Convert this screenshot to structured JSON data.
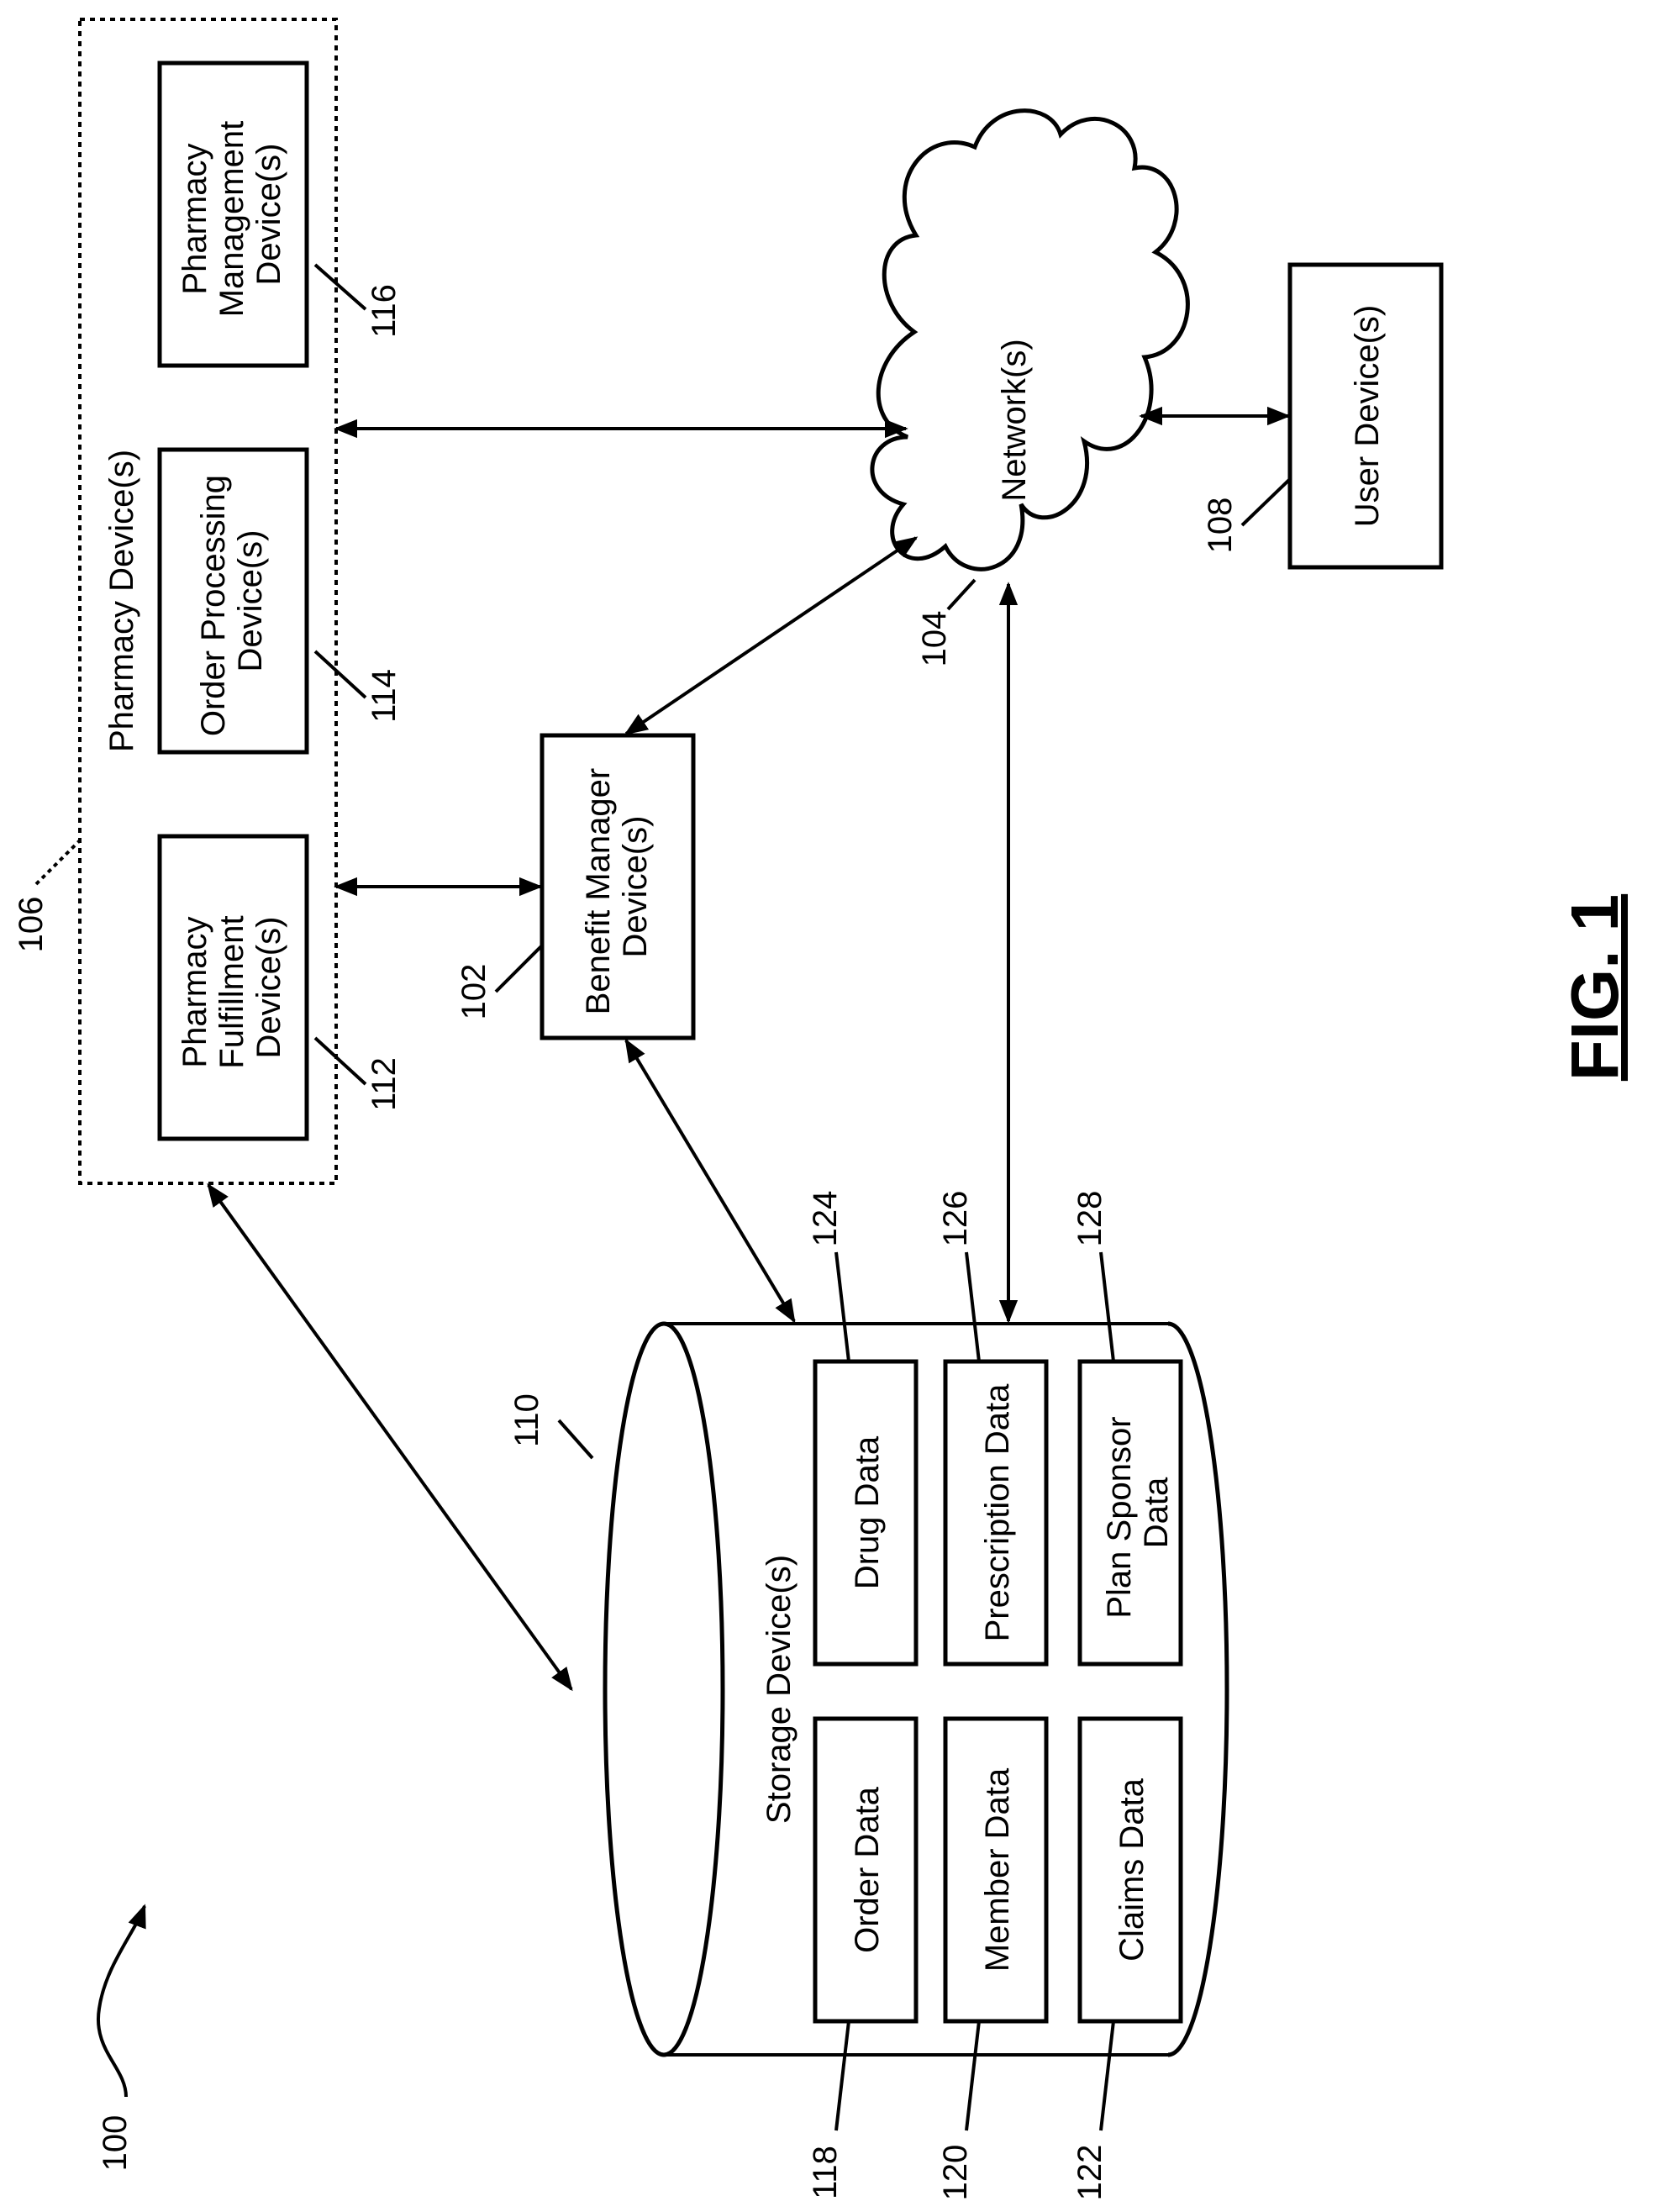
{
  "figure": {
    "label": "FIG. 1",
    "ref": "100"
  },
  "pharmacy_devices": {
    "label": "Pharmacy Device(s)",
    "ref": "106",
    "fulfillment": {
      "lines": [
        "Pharmacy",
        "Fulfillment",
        "Device(s)"
      ],
      "ref": "112"
    },
    "order_processing": {
      "lines": [
        "Order Processing",
        "Device(s)"
      ],
      "ref": "114"
    },
    "management": {
      "lines": [
        "Pharmacy",
        "Management",
        "Device(s)"
      ],
      "ref": "116"
    }
  },
  "benefit_manager": {
    "lines": [
      "Benefit Manager",
      "Device(s)"
    ],
    "ref": "102"
  },
  "network": {
    "label": "Network(s)",
    "ref": "104"
  },
  "user_device": {
    "label": "User Device(s)",
    "ref": "108"
  },
  "storage": {
    "label": "Storage Device(s)",
    "ref": "110",
    "items": [
      {
        "lines": [
          "Order Data"
        ],
        "ref": "118"
      },
      {
        "lines": [
          "Member Data"
        ],
        "ref": "120"
      },
      {
        "lines": [
          "Claims Data"
        ],
        "ref": "122"
      },
      {
        "lines": [
          "Drug Data"
        ],
        "ref": "124"
      },
      {
        "lines": [
          "Prescription Data"
        ],
        "ref": "126"
      },
      {
        "lines": [
          "Plan Sponsor",
          "Data"
        ],
        "ref": "128"
      }
    ]
  }
}
